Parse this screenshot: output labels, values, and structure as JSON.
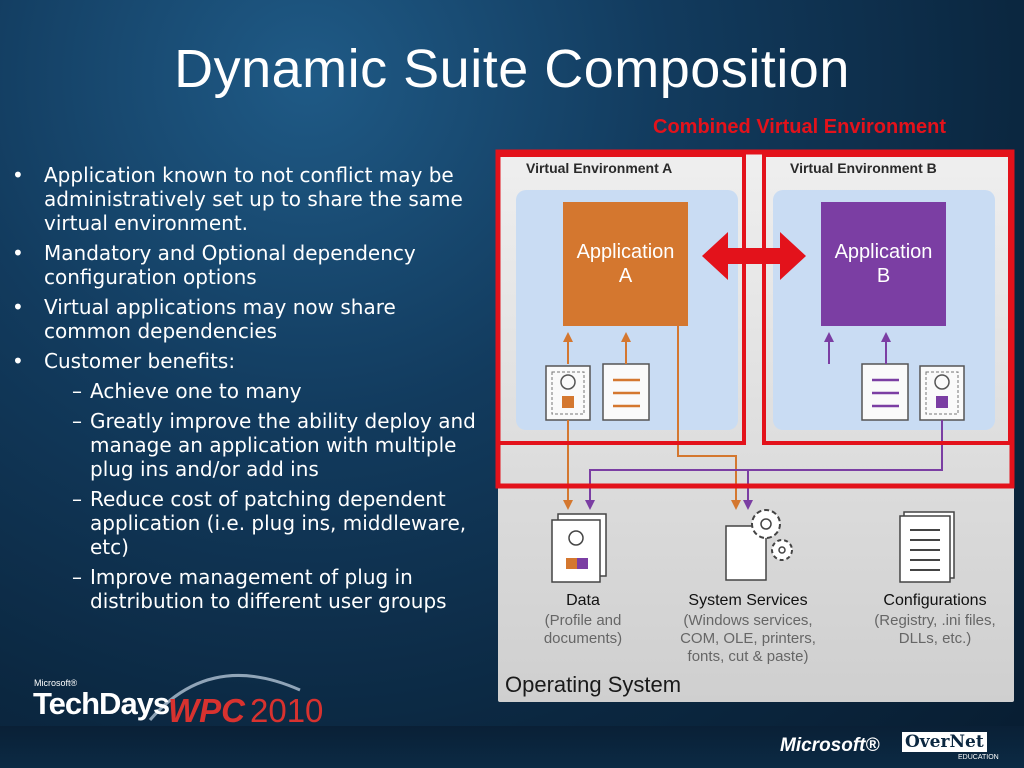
{
  "slide": {
    "title": "Dynamic Suite Composition"
  },
  "bullets": [
    {
      "text": "Application known to not conflict may be administratively set up to share the same virtual environment.",
      "sub": []
    },
    {
      "text": "Mandatory and Optional dependency configuration options",
      "sub": []
    },
    {
      "text": "Virtual applications may now share common dependencies",
      "sub": []
    },
    {
      "text": "Customer benefits:",
      "sub": [
        "Achieve one to many",
        "Greatly improve the ability deploy and manage an application with multiple plug ins and/or add ins",
        "Reduce cost of patching dependent application (i.e. plug ins, middleware, etc)",
        "Improve management of plug in distribution to different user groups"
      ]
    }
  ],
  "bullet_mark": "•",
  "sub_mark": "–",
  "diagram": {
    "combined_label": "Combined Virtual Environment",
    "ve_a_label": "Virtual Environment A",
    "ve_b_label": "Virtual Environment B",
    "app_a_line1": "Application",
    "app_a_line2": "A",
    "app_b_line1": "Application",
    "app_b_line2": "B",
    "data_title": "Data",
    "data_desc": "(Profile and documents)",
    "services_title": "System Services",
    "services_desc": "(Windows services, COM, OLE, printers, fonts, cut & paste)",
    "config_title": "Configurations",
    "config_desc": "(Registry, .ini files, DLLs, etc.)",
    "os_title": "Operating System",
    "colors": {
      "red": "#e3121b",
      "orange": "#d4772f",
      "purple": "#7b3ea3",
      "ve_fill": "#c9dcf3"
    }
  },
  "footer": {
    "ms_small": "Microsoft®",
    "techdays": "TechDays",
    "wpc": "WPC",
    "year": "2010",
    "microsoft": "Microsoft®",
    "overnet": "OverNet",
    "education": "EDUCATION"
  }
}
